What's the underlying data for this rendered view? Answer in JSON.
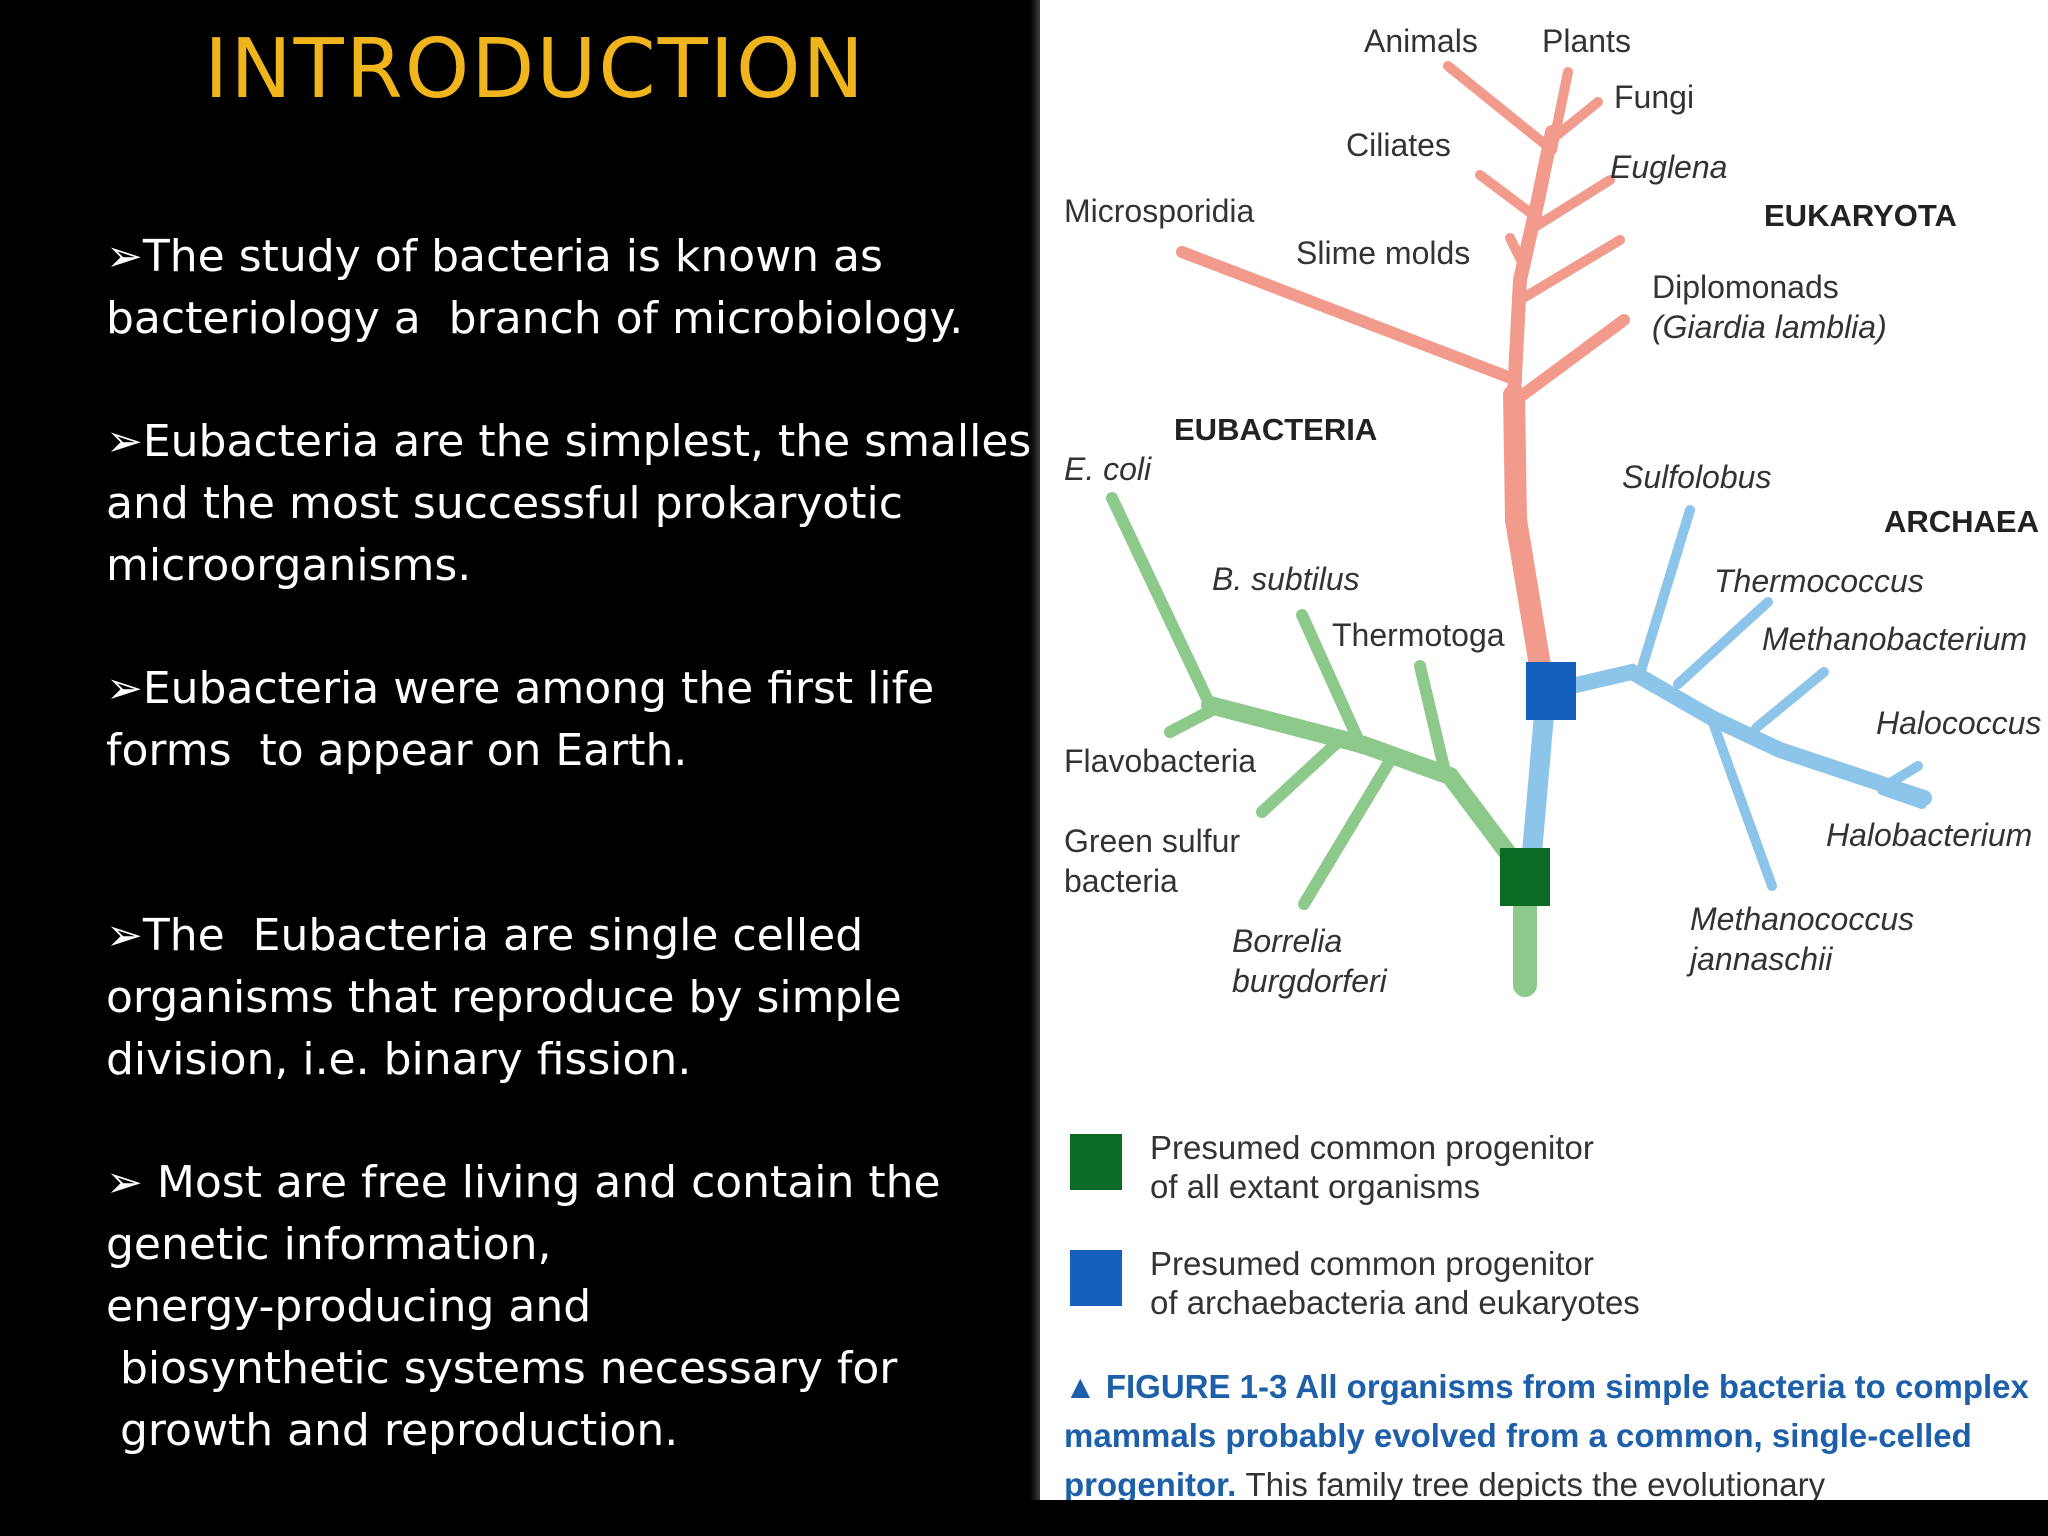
{
  "slide": {
    "title": "INTRODUCTION",
    "bullets": [
      {
        "lines": [
          "➢The study of bacteria is known as",
          "bacteriology a  branch of microbiology."
        ]
      },
      {
        "lines": [
          "➢Eubacteria are the simplest, the smallest",
          "and the most successful prokaryotic",
          "microorganisms."
        ]
      },
      {
        "lines": [
          "➢Eubacteria were among the first life",
          "forms  to appear on Earth."
        ]
      },
      {
        "lines": [
          "➢The  Eubacteria are single celled",
          "organisms that reproduce by simple",
          "division, i.e. binary fission."
        ]
      },
      {
        "lines": [
          "➢ Most are free living and contain the",
          "genetic information,",
          "energy-producing and",
          " biosynthetic systems necessary for",
          " growth and reproduction."
        ]
      }
    ]
  },
  "figure": {
    "colors": {
      "eukaryota": "#f29a8c",
      "eubacteria": "#8cc98a",
      "archaea": "#8dc4ea",
      "green_progenitor": "#0b6a23",
      "blue_progenitor": "#1560bd",
      "caption_blue": "#1d5fa8"
    },
    "domains": {
      "eukaryota": "EUKARYOTA",
      "eubacteria": "EUBACTERIA",
      "archaea": "ARCHAEA"
    },
    "eukaryota_taxa": {
      "animals": "Animals",
      "plants": "Plants",
      "fungi": "Fungi",
      "ciliates": "Ciliates",
      "euglena": "Euglena",
      "microsporidia": "Microsporidia",
      "slime_molds": "Slime molds",
      "diplomonads": "Diplomonads",
      "giardia": "(Giardia lamblia)"
    },
    "eubacteria_taxa": {
      "ecoli": "E. coli",
      "bsubtilus": "B. subtilus",
      "thermotoga": "Thermotoga",
      "flavobacteria": "Flavobacteria",
      "green_sulfur_1": "Green sulfur",
      "green_sulfur_2": "bacteria",
      "borrelia_1": "Borrelia",
      "borrelia_2": "burgdorferi"
    },
    "archaea_taxa": {
      "sulfolobus": "Sulfolobus",
      "thermococcus": "Thermococcus",
      "methanobacterium": "Methanobacterium",
      "halococcus": "Halococcus",
      "halobacterium": "Halobacterium",
      "methanococcus_1": "Methanococcus",
      "methanococcus_2": "jannaschii"
    },
    "legend": [
      {
        "color": "#0b6a23",
        "line1": "Presumed common progenitor",
        "line2": "of all extant organisms"
      },
      {
        "color": "#1560bd",
        "line1": "Presumed common progenitor",
        "line2": "of archaebacteria and eukaryotes"
      }
    ],
    "caption": {
      "label": "▲ FIGURE 1-3",
      "bold_text": "All organisms from simple bacteria to complex mammals probably evolved from a common, single-celled progenitor.",
      "plain_text": "This family tree depicts the evolutionary"
    }
  }
}
